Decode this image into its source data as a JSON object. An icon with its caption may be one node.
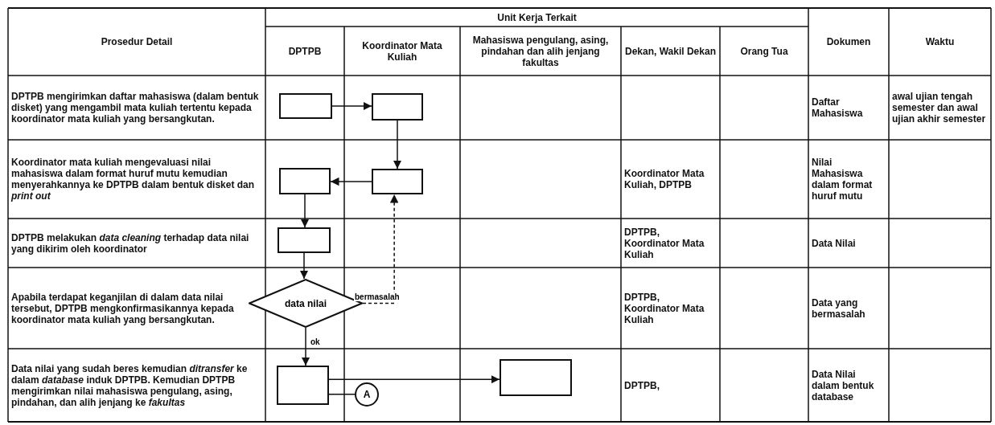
{
  "diagram": {
    "nodes": [
      {
        "text": [],
        "shape": "box"
      },
      {
        "text": [],
        "shape": "box"
      },
      {
        "text": [],
        "shape": "box"
      },
      {
        "text": [],
        "shape": "box"
      },
      {
        "text": [],
        "shape": "box"
      },
      {
        "text": [
          "data nilai"
        ]
      },
      {
        "text": [],
        "shape": "box"
      },
      {
        "text": [
          "A"
        ]
      },
      {
        "text": [],
        "shape": "box"
      }
    ],
    "edges": [
      {
        "from": 0,
        "to": 1,
        "arrow": "to"
      },
      {
        "from": 1,
        "to": 3,
        "arrow": "to"
      },
      {
        "from": 3,
        "to": 2,
        "arrow": "to"
      },
      {
        "from": 2,
        "to": 4,
        "arrow": "to"
      },
      {
        "from": 4,
        "to": 5,
        "arrow": "to"
      },
      {
        "from": 5,
        "to": 3,
        "arrow": "to",
        "label": "bermasalah",
        "style": "dashed"
      },
      {
        "from": 5,
        "to": 6,
        "arrow": "to",
        "label": "ok"
      },
      {
        "from": 6,
        "to": 8,
        "arrow": "to"
      },
      {
        "from": 6,
        "to": 7,
        "arrow": "none"
      }
    ],
    "labels": [
      "Prosedur Detail",
      "Unit Kerja Terkait",
      "Dokumen",
      "Waktu",
      "DPTPB",
      "Koordinator Mata Kuliah",
      "Mahasiswa pengulang, asing, pindahan dan alih jenjang fakultas",
      "Dekan, Wakil Dekan",
      "Orang Tua",
      "DPTPB mengirimkan daftar mahasiswa (dalam bentuk disket) yang mengambil mata kuliah tertentu kepada koordinator mata kuliah yang bersangkutan.",
      "Daftar Mahasiswa",
      "awal ujian tengah semester dan awal ujian akhir semester",
      "Koordinator mata kuliah mengevaluasi nilai mahasiswa dalam format huruf mutu kemudian menyerahkannya ke DPTPB dalam bentuk disket dan *print out*",
      "Koordinator Mata Kuliah, DPTPB",
      "Nilai Mahasiswa dalam format huruf mutu",
      "DPTPB melakukan *data cleaning* terhadap data nilai yang dikirim oleh koordinator",
      "DPTPB, Koordinator Mata Kuliah",
      "Data Nilai",
      "Apabila terdapat keganjilan di dalam data nilai tersebut, DPTPB mengkonfirmasikannya kepada koordinator mata kuliah yang bersangkutan.",
      "DPTPB, Koordinator Mata Kuliah",
      "Data yang bermasalah",
      "Data nilai yang sudah beres kemudian *ditransfer* ke dalam *database* induk DPTPB. Kemudian DPTPB mengirimkan nilai mahasiswa pengulang, asing, pindahan, dan alih jenjang ke *fakultas*",
      "DPTPB,",
      "Data Nilai dalam bentuk database"
    ]
  }
}
